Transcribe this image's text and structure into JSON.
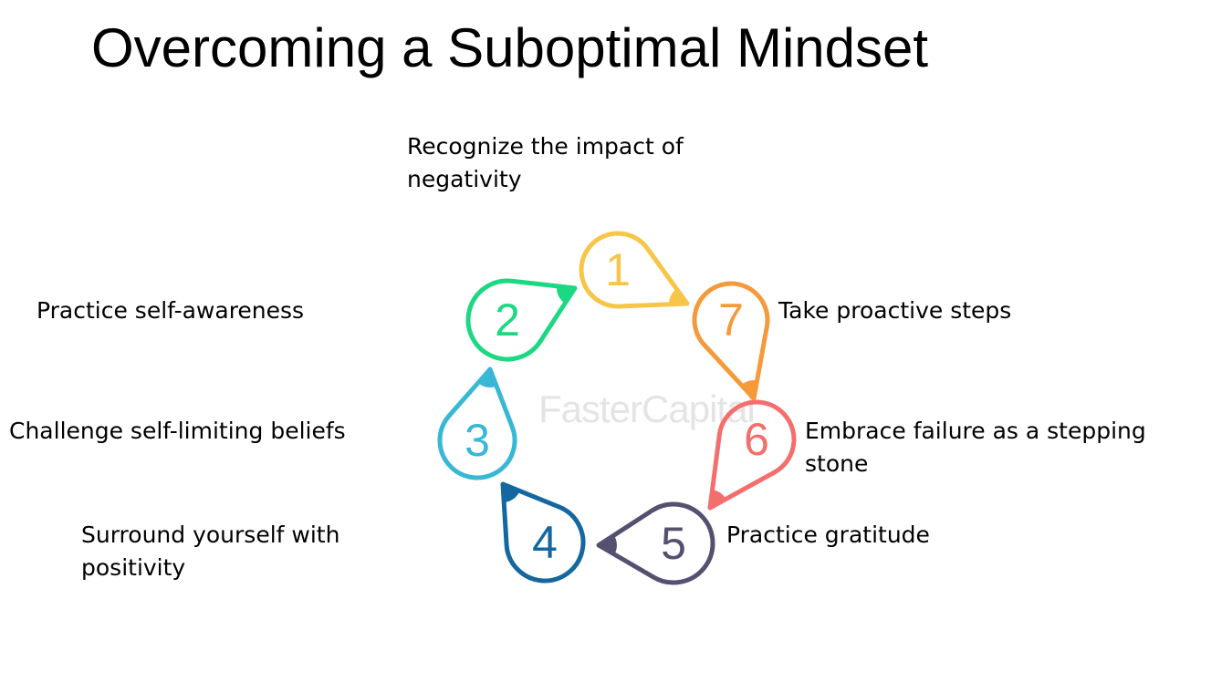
{
  "title": "Overcoming a Suboptimal Mindset",
  "watermark": "FasterCapital",
  "steps": [
    {
      "number": "1",
      "label": "Recognize the impact of negativity",
      "color": "#f7c548"
    },
    {
      "number": "2",
      "label": "Practice self-awareness",
      "color": "#1dd882"
    },
    {
      "number": "3",
      "label": "Challenge self-limiting beliefs",
      "color": "#38b8d4"
    },
    {
      "number": "4",
      "label": "Surround yourself with positivity",
      "color": "#14689f"
    },
    {
      "number": "5",
      "label": "Practice gratitude",
      "color": "#545170"
    },
    {
      "number": "6",
      "label": "Embrace failure as a stepping stone",
      "color": "#f56e6e"
    },
    {
      "number": "7",
      "label": "Take proactive steps",
      "color": "#f59a3b"
    }
  ]
}
